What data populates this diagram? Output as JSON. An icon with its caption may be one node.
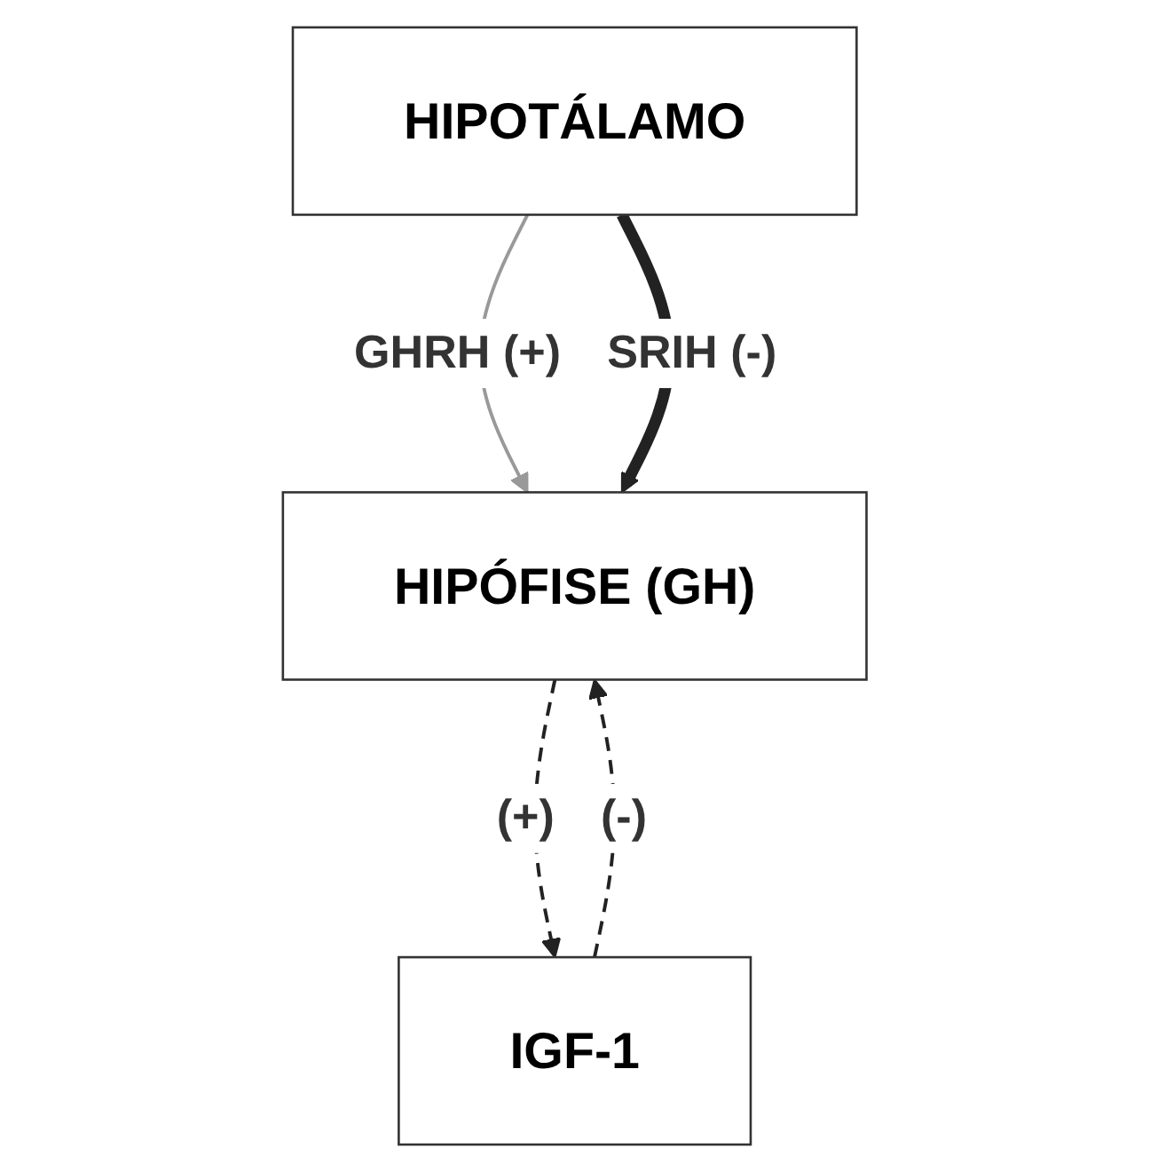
{
  "diagram": {
    "nodes": [
      {
        "text": [
          "HIPOTÁLAMO"
        ]
      },
      {
        "text": [
          "HIPÓFISE (GH)"
        ]
      },
      {
        "text": [
          "IGF-1"
        ]
      }
    ],
    "edges": [
      {
        "from": 0,
        "to": 1,
        "arrow": "to",
        "label": "GHRH (+)",
        "color": "#999999"
      },
      {
        "from": 0,
        "to": 1,
        "arrow": "to",
        "label": "SRIH (-)",
        "style": "thick"
      },
      {
        "from": 1,
        "to": 2,
        "arrow": "to",
        "label": "(+)",
        "style": "dashed"
      },
      {
        "from": 2,
        "to": 1,
        "arrow": "to",
        "label": "(-)",
        "style": "dashed"
      }
    ]
  }
}
